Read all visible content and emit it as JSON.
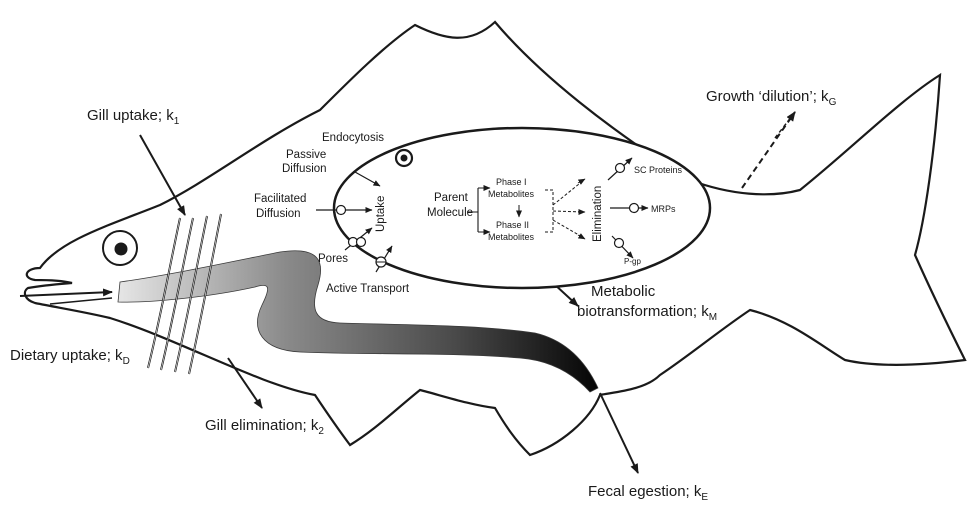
{
  "labels": {
    "gill_uptake": "Gill uptake; k",
    "gill_uptake_sub": "1",
    "dietary_uptake": "Dietary uptake; k",
    "dietary_uptake_sub": "D",
    "gill_elimination": "Gill elimination; k",
    "gill_elimination_sub": "2",
    "fecal_egestion": "Fecal egestion; k",
    "fecal_egestion_sub": "E",
    "growth_dilution": "Growth ‘dilution’; k",
    "growth_dilution_sub": "G",
    "metabolic_line1": "Metabolic",
    "metabolic_line2": "biotransformation; k",
    "metabolic_sub": "M"
  },
  "cell": {
    "endocytosis": "Endocytosis",
    "passive_line1": "Passive",
    "passive_line2": "Diffusion",
    "facilitated_line1": "Facilitated",
    "facilitated_line2": "Diffusion",
    "pores": "Pores",
    "active_transport": "Active Transport",
    "uptake": "Uptake",
    "elimination": "Elimination",
    "parent_line1": "Parent",
    "parent_line2": "Molecule",
    "phase1_line1": "Phase I",
    "phase1_line2": "Metabolites",
    "phase2_line1": "Phase II",
    "phase2_line2": "Metabolites",
    "sc_proteins": "SC Proteins",
    "mrps": "MRPs",
    "pgp": "P-gp"
  }
}
